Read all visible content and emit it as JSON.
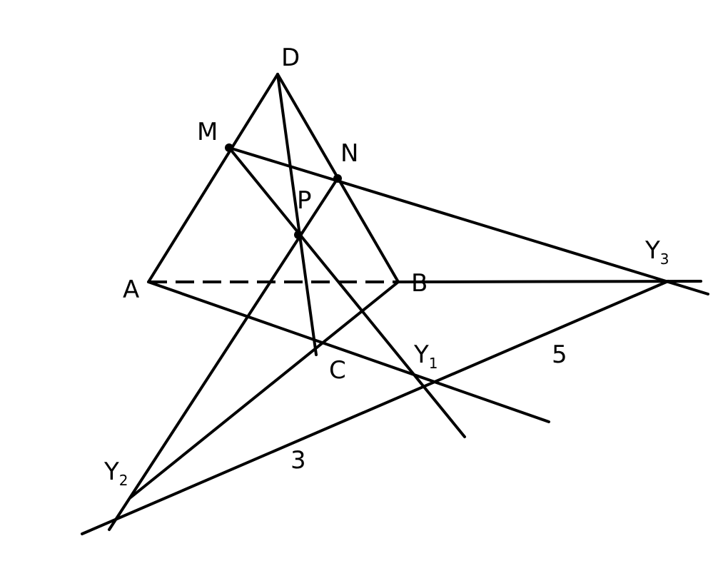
{
  "points": {
    "A": "A",
    "B": "B",
    "C": "C",
    "D": "D",
    "M": "M",
    "N": "N",
    "P": "P"
  },
  "intersections": {
    "Y1": {
      "base": "Y",
      "subscript": "1"
    },
    "Y2": {
      "base": "Y",
      "subscript": "2"
    },
    "Y3": {
      "base": "Y",
      "subscript": "3"
    }
  },
  "segment_labels": {
    "y2_y1": "3",
    "y1_y3": "5"
  },
  "colors": {
    "stroke": "#000000",
    "background": "#ffffff"
  }
}
